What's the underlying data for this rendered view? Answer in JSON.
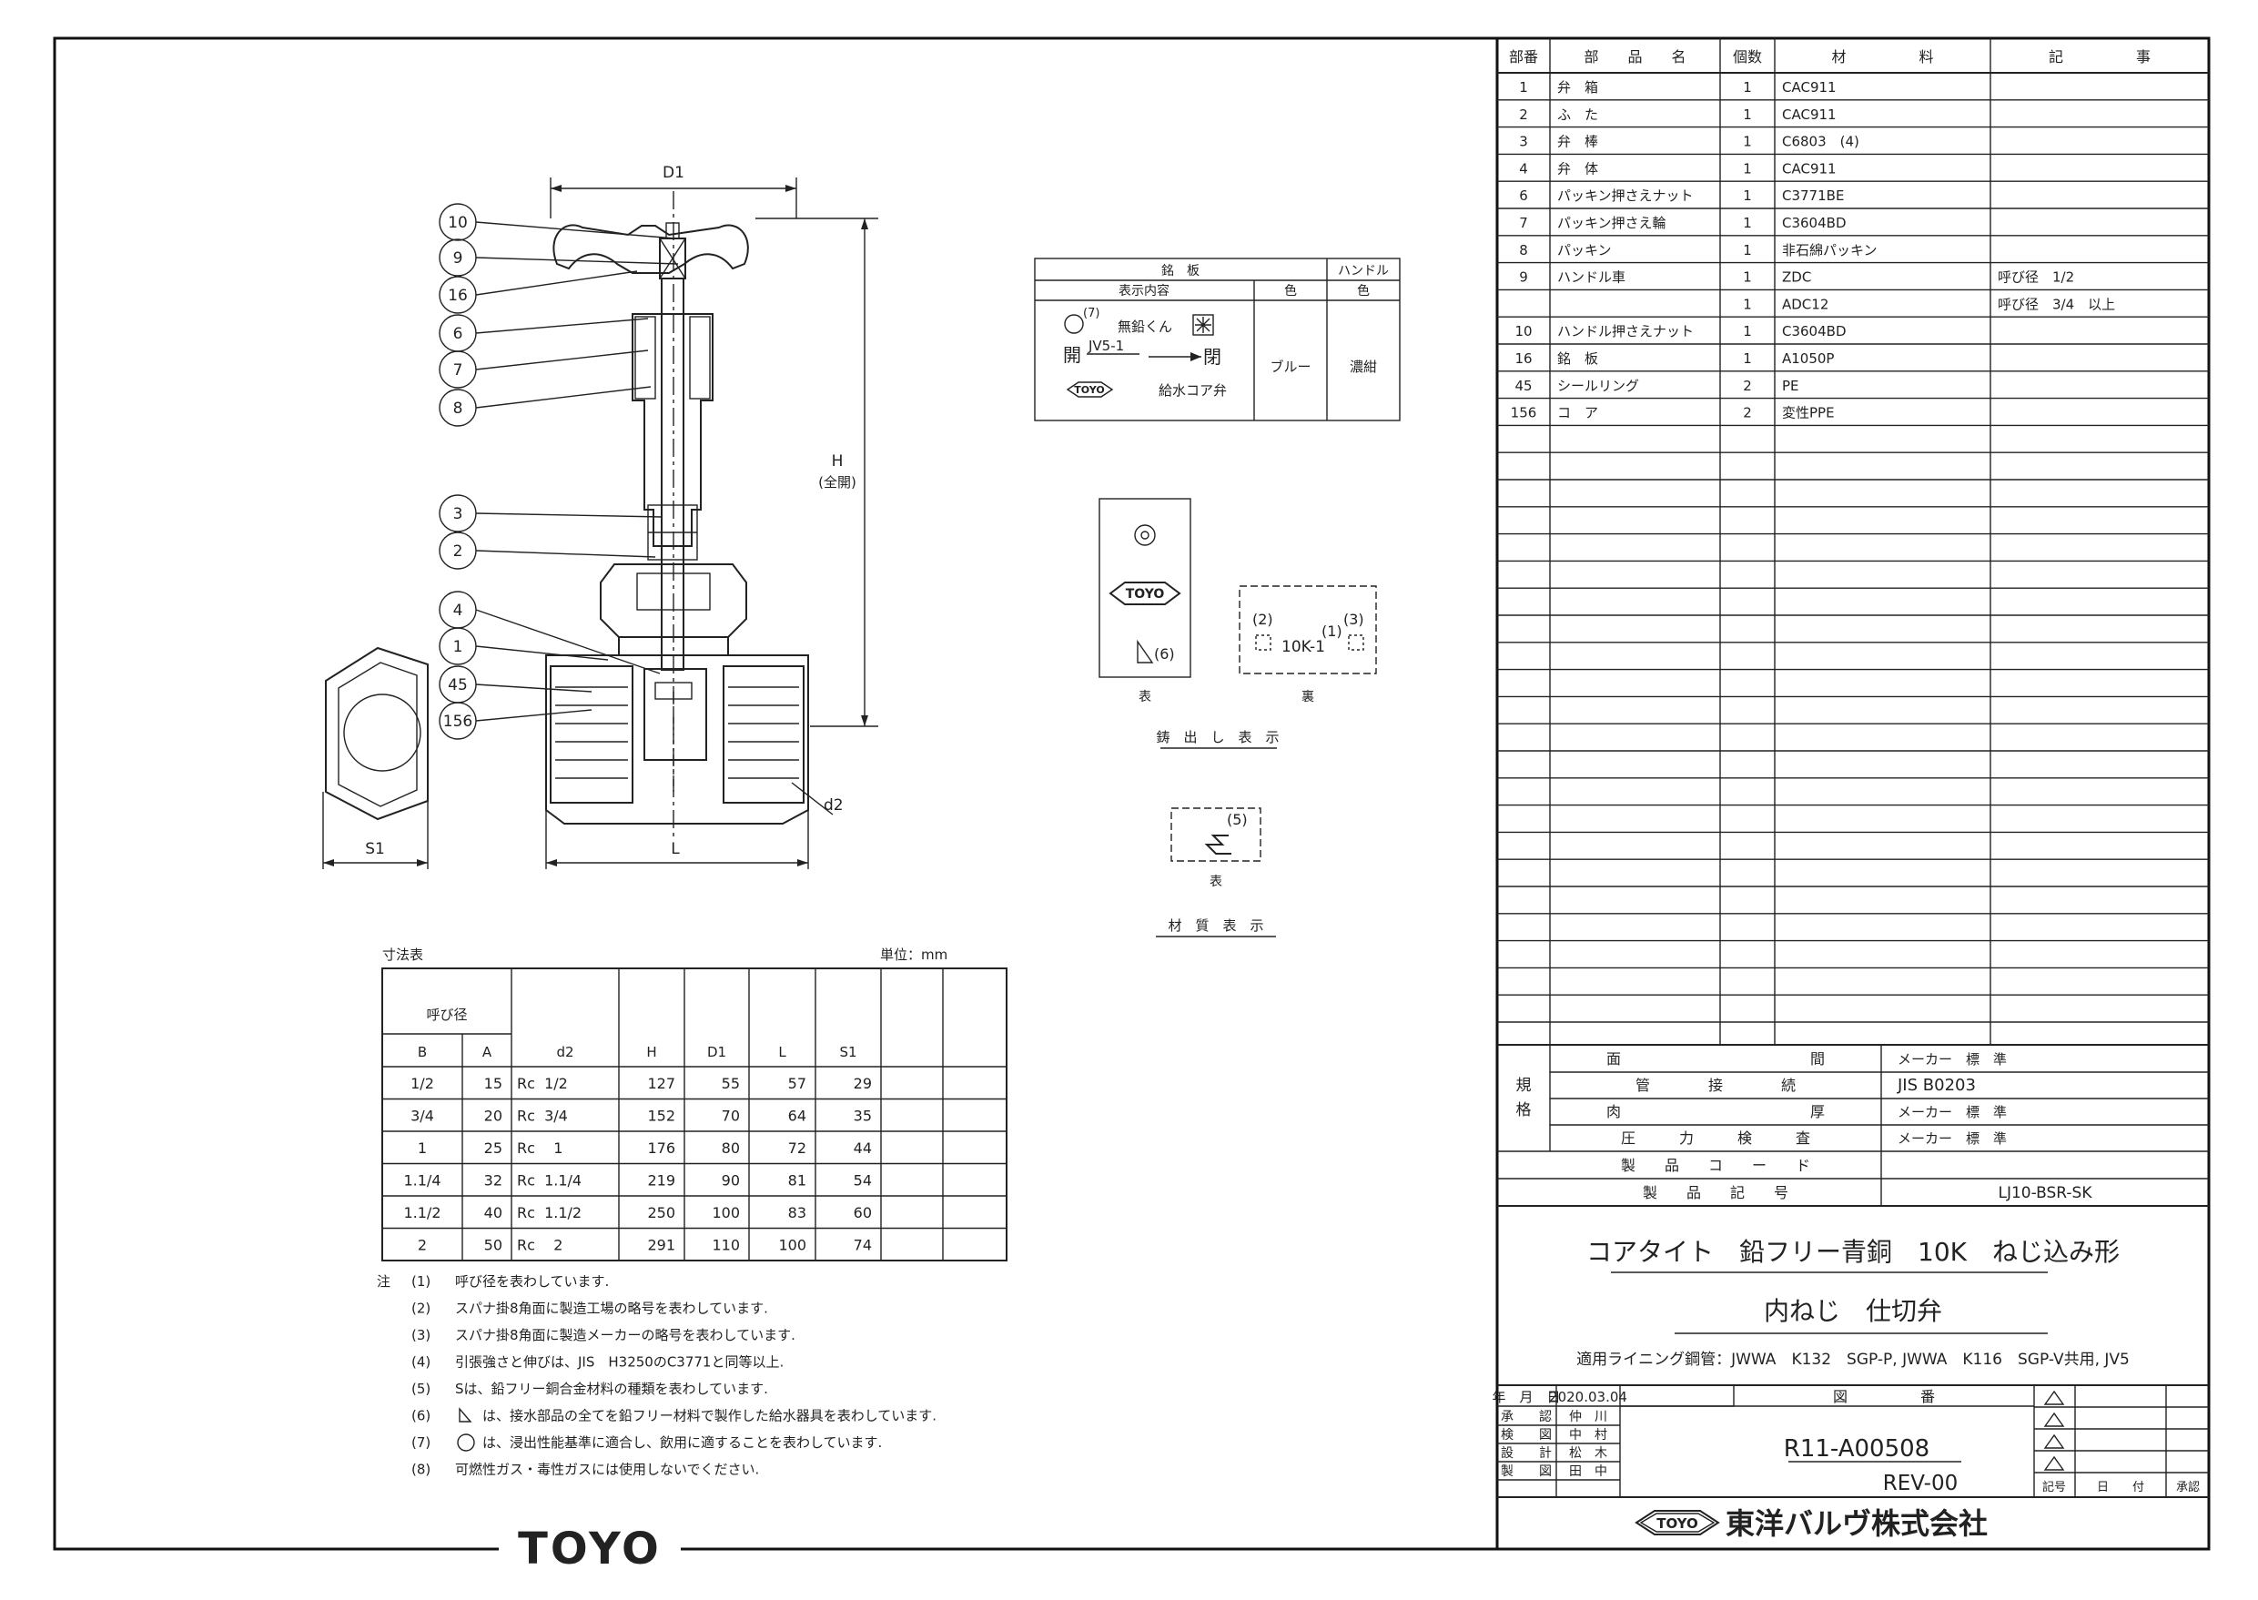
{
  "parts_table": {
    "headers": [
      "部番",
      "部　　品　　名",
      "個数",
      "材　　　　　料",
      "記　　　　　事"
    ],
    "rows": [
      [
        "1",
        "弁　箱",
        "1",
        "CAC911",
        ""
      ],
      [
        "2",
        "ふ　た",
        "1",
        "CAC911",
        ""
      ],
      [
        "3",
        "弁　棒",
        "1",
        "C6803　(4)",
        ""
      ],
      [
        "4",
        "弁　体",
        "1",
        "CAC911",
        ""
      ],
      [
        "6",
        "パッキン押さえナット",
        "1",
        "C3771BE",
        ""
      ],
      [
        "7",
        "パッキン押さえ輪",
        "1",
        "C3604BD",
        ""
      ],
      [
        "8",
        "パッキン",
        "1",
        "非石綿パッキン",
        ""
      ],
      [
        "9",
        "ハンドル車",
        "1",
        "ZDC",
        "呼び径　1/2"
      ],
      [
        "",
        "",
        "1",
        "ADC12",
        "呼び径　3/4　以上"
      ],
      [
        "10",
        "ハンドル押さえナット",
        "1",
        "C3604BD",
        ""
      ],
      [
        "16",
        "銘　板",
        "1",
        "A1050P",
        ""
      ],
      [
        "45",
        "シールリング",
        "2",
        "PE",
        ""
      ],
      [
        "156",
        "コ　ア",
        "2",
        "変性PPE",
        ""
      ]
    ],
    "empty_rows": 23
  },
  "spec_block": {
    "side_label": [
      "規",
      "格"
    ],
    "rows": [
      [
        "面　　　　　　　　　　　　　間",
        "メーカー　標　準"
      ],
      [
        "管　　　　接　　　　続",
        "JIS B0203"
      ],
      [
        "肉　　　　　　　　　　　　　厚",
        "メーカー　標　準"
      ],
      [
        "圧　　　力　　　検　　　査",
        "メーカー　標　準"
      ]
    ],
    "code_label": "製　　品　　コ　　ー　　ド",
    "code_value": "",
    "symbol_label": "製　　品　　記　　号",
    "symbol_value": "LJ10-BSR-SK"
  },
  "title_block": {
    "title_line1": "コアタイト　鉛フリー青銅　10K　ねじ込み形",
    "title_line2": "内ねじ　仕切弁",
    "applicable": "適用ライニング鋼管：JWWA　K132　SGP-P, JWWA　K116　SGP-V共用, JV5",
    "date_label": "年　月　日",
    "date": "2020.03.04",
    "drawing_no_label": "図　　　　　番",
    "drawing_no": "R11-A00508",
    "rev": "REV-00",
    "approvals": [
      {
        "role": "承　　認",
        "name": "仲　川"
      },
      {
        "role": "検　　図",
        "name": "中　村"
      },
      {
        "role": "設　　計",
        "name": "松　木"
      },
      {
        "role": "製　　図",
        "name": "田　中"
      }
    ],
    "rev_headers": [
      "記号",
      "日　　付",
      "承認"
    ],
    "company": "東洋バルヴ株式会社",
    "logo": "TOYO"
  },
  "nameplate": {
    "header": "銘　板",
    "header_handle": "ハンドル",
    "col_content": "表示内容",
    "col_color": "色",
    "col_handle_color": "色",
    "mark7": "(7)",
    "nolead": "無鉛くん",
    "open": "開",
    "close": "閉",
    "jv": "JV5-1",
    "core": "給水コア弁",
    "color": "ブルー",
    "handle_color": "濃紺",
    "logo": "TOYO"
  },
  "cast_marks": {
    "front_label": "表",
    "back_label": "裏",
    "caption": "鋳　出　し　表　示",
    "n6": "(6)",
    "n2": "(2)",
    "n1": "(1)",
    "n3": "(3)",
    "tenk": "10K-1",
    "logo": "TOYO"
  },
  "material_mark": {
    "n5": "(5)",
    "front_label": "表",
    "caption": "材　質　表　示"
  },
  "dim_table": {
    "title": "寸法表",
    "unit": "単位：mm",
    "nominal_label": "呼び径",
    "headers": [
      "B",
      "A",
      "d2",
      "H",
      "D1",
      "L",
      "S1"
    ],
    "rows": [
      [
        "1/2",
        "15",
        "Rc  1/2",
        "127",
        "55",
        "57",
        "29"
      ],
      [
        "3/4",
        "20",
        "Rc  3/4",
        "152",
        "70",
        "64",
        "35"
      ],
      [
        "1",
        "25",
        "Rc    1",
        "176",
        "80",
        "72",
        "44"
      ],
      [
        "1.1/4",
        "32",
        "Rc  1.1/4",
        "219",
        "90",
        "81",
        "54"
      ],
      [
        "1.1/2",
        "40",
        "Rc  1.1/2",
        "250",
        "100",
        "83",
        "60"
      ],
      [
        "2",
        "50",
        "Rc    2",
        "291",
        "110",
        "100",
        "74"
      ]
    ]
  },
  "notes": {
    "prefix": "注",
    "items": [
      [
        "(1)",
        "呼び径を表わしています."
      ],
      [
        "(2)",
        "スパナ掛8角面に製造工場の略号を表わしています."
      ],
      [
        "(3)",
        "スパナ掛8角面に製造メーカーの略号を表わしています."
      ],
      [
        "(4)",
        "引張強さと伸びは、JIS　H3250のC3771と同等以上."
      ],
      [
        "(5)",
        "Sは、鉛フリー銅合金材料の種類を表わしています."
      ],
      [
        "(6)",
        "　　は、接水部品の全てを鉛フリー材料で製作した給水器具を表わしています."
      ],
      [
        "(7)",
        "　　は、浸出性能基準に適合し、飲用に適することを表わしています."
      ],
      [
        "(8)",
        "可燃性ガス・毒性ガスには使用しないでください."
      ]
    ]
  },
  "drawing": {
    "balloons": [
      "10",
      "9",
      "16",
      "6",
      "7",
      "8",
      "3",
      "2",
      "4",
      "1",
      "45",
      "156"
    ],
    "dim_D1": "D1",
    "dim_H": "H",
    "dim_H_sub": "(全開)",
    "dim_L": "L",
    "dim_S1": "S1",
    "dim_d2": "d2"
  },
  "footer_logo": "TOYO"
}
